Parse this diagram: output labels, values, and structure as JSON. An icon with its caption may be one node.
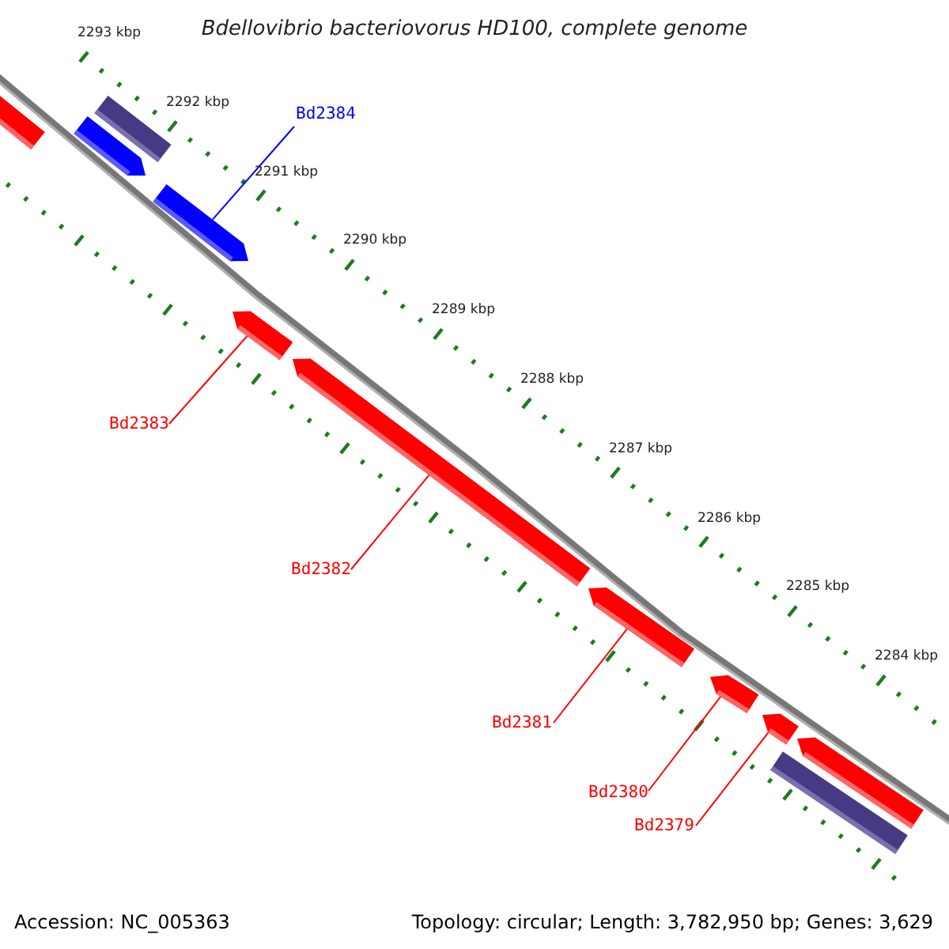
{
  "diagram": {
    "title": "Bdellovibrio bacteriovorus HD100, complete genome",
    "nodes": [
      {
        "text": [],
        "shape": "bar"
      },
      {
        "text": [],
        "shape": "bar"
      },
      {
        "text": [],
        "shape": "bar"
      },
      {
        "text": [],
        "shape": "bar"
      },
      {
        "text": [],
        "shape": "bar"
      },
      {
        "text": [],
        "shape": "bar"
      },
      {
        "text": [],
        "shape": "bar"
      },
      {
        "text": [],
        "shape": "bar"
      },
      {
        "text": [],
        "shape": "bar"
      },
      {
        "text": [],
        "shape": "bar"
      },
      {
        "text": [],
        "shape": "bar"
      },
      {
        "text": [
          "Bd2384"
        ]
      },
      {
        "text": [
          "Bd2383"
        ]
      },
      {
        "text": [
          "Bd2382"
        ]
      },
      {
        "text": [
          "Bd2381"
        ]
      },
      {
        "text": [
          "Bd2380"
        ]
      },
      {
        "text": [
          "Bd2379"
        ]
      }
    ],
    "edges": [
      {
        "from": 11,
        "to": 3,
        "arrow": "none",
        "color": "#0000ff"
      },
      {
        "from": 12,
        "to": 4,
        "arrow": "none"
      },
      {
        "from": 13,
        "to": 5,
        "arrow": "none"
      },
      {
        "from": 14,
        "to": 6,
        "arrow": "none"
      },
      {
        "from": 15,
        "to": 7,
        "arrow": "none"
      },
      {
        "from": 16,
        "to": 8,
        "arrow": "none"
      }
    ],
    "labels": [
      "2293 kbp",
      "2292 kbp",
      "2291 kbp",
      "2290 kbp",
      "2289 kbp",
      "2288 kbp",
      "2287 kbp",
      "2286 kbp",
      "2285 kbp",
      "2284 kbp",
      "Accession: NC_005363",
      "Topology: circular; Length: 3,782,950 bp; Genes: 3,629"
    ]
  }
}
